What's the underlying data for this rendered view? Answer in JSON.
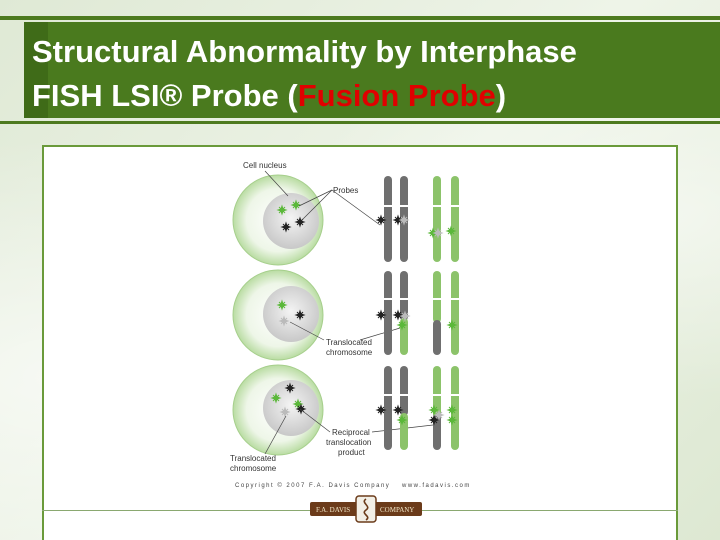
{
  "slide": {
    "title_line1": "Structural Abnormality by Interphase",
    "title_line2_prefix": "FISH LSI® Probe (",
    "title_line2_accent": "Fusion Probe",
    "title_line2_suffix": ")",
    "accent_color": "#e00000",
    "bar_color": "#4a7a1e"
  },
  "figure": {
    "label_cell_nucleus": "Cell nucleus",
    "label_probes": "Probes",
    "label_translocated_chromosome_1_line1": "Translocated",
    "label_translocated_chromosome_1_line2": "chromosome",
    "label_reciprocal_line1": "Reciprocal",
    "label_reciprocal_line2": "translocation",
    "label_reciprocal_line3": "product",
    "label_translocated_chromosome_2_line1": "Translocated",
    "label_translocated_chromosome_2_line2": "chromosome",
    "copyright": "Copyright © 2007 F.A. Davis Company",
    "website": "www.fadavis.com",
    "colors": {
      "green": "#8cc36a",
      "gray": "#6f6f6f",
      "signal_dark": "#222222",
      "signal_green": "#5bb83a"
    }
  },
  "logo": {
    "left_text": "F.A. DAVIS",
    "right_text": "COMPANY"
  }
}
